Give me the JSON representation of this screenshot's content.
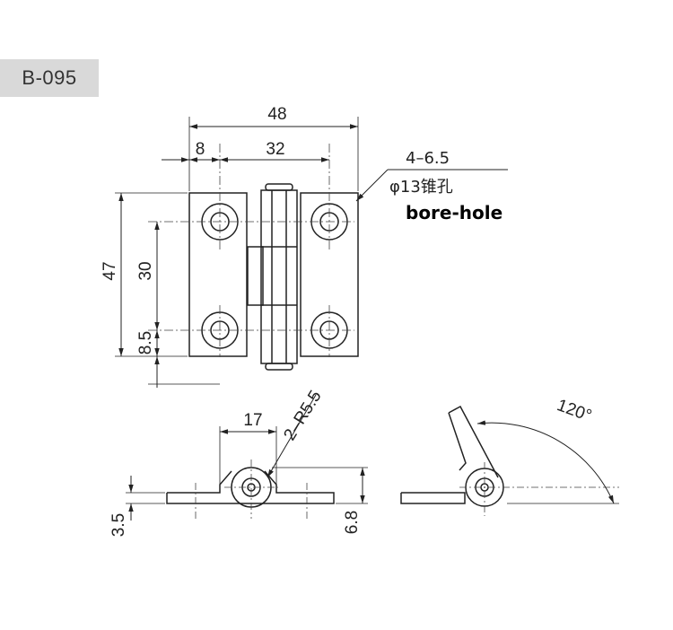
{
  "badge": {
    "label": "B-095"
  },
  "dimensions": {
    "width_total": "48",
    "hole_offset": "8",
    "hole_spacing_x": "32",
    "height_total": "47",
    "hole_spacing_y": "30",
    "hole_offset_y": "8.5",
    "side_span": "17",
    "knuckle_radius": "2–R5.5",
    "thickness": "3.5",
    "knuckle_height": "6.8",
    "open_angle": "120°"
  },
  "callout": {
    "holes": "4–6.5",
    "counterbore": "φ13锥孔",
    "translation": "bore-hole"
  }
}
